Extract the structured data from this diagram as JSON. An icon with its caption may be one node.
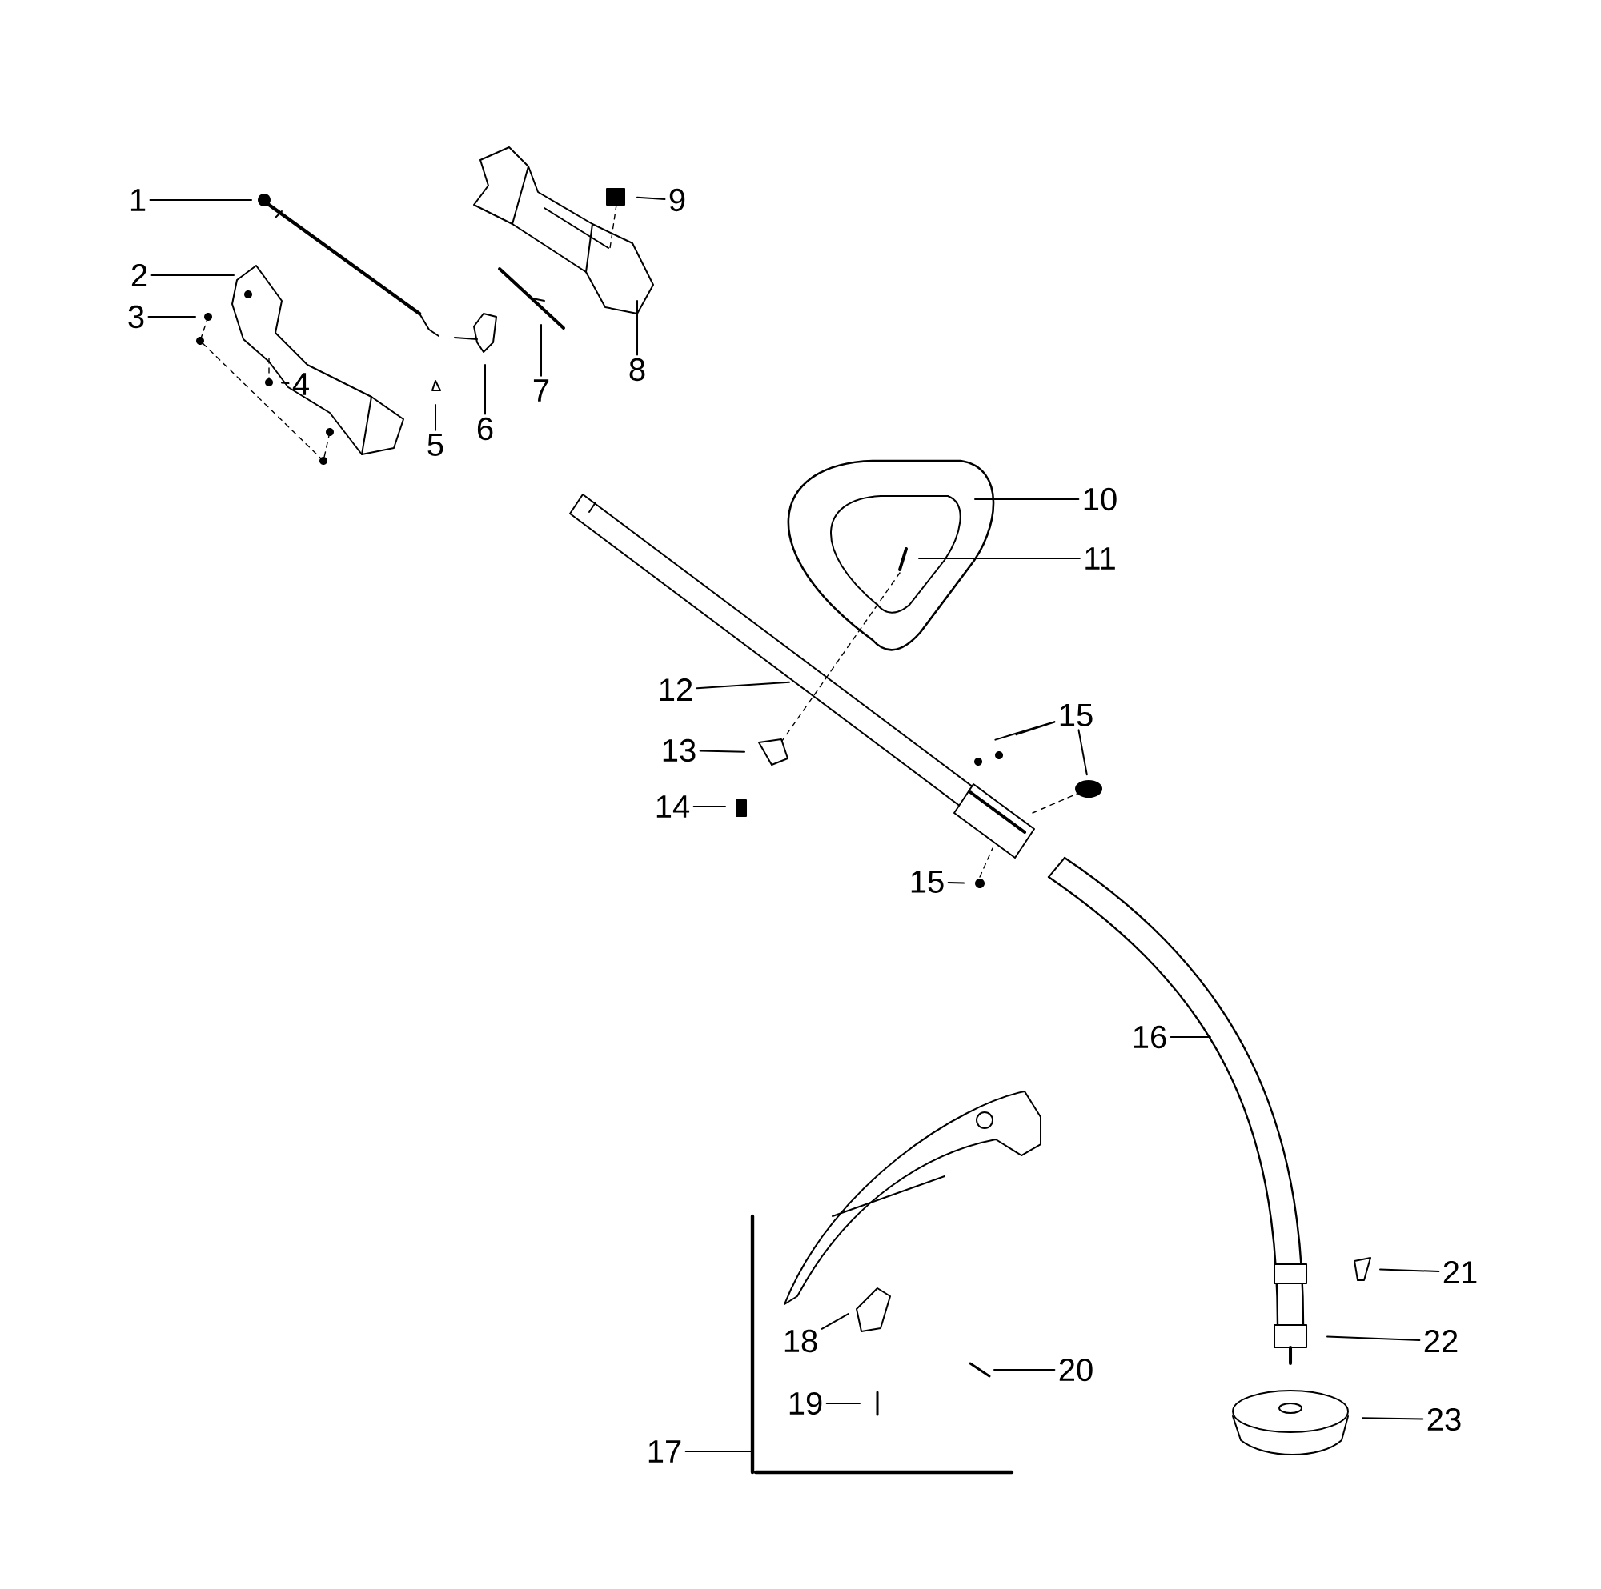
{
  "diagram": {
    "nodes": [
      {
        "text": [
          "1"
        ]
      },
      {
        "text": [
          "2"
        ]
      },
      {
        "text": [
          "3"
        ]
      },
      {
        "text": [
          "4"
        ]
      },
      {
        "text": [
          "5"
        ]
      },
      {
        "text": [
          "6"
        ]
      },
      {
        "text": [
          "7"
        ]
      },
      {
        "text": [
          "8"
        ]
      },
      {
        "text": [
          "9"
        ]
      },
      {
        "text": [
          "10"
        ]
      },
      {
        "text": [
          "11"
        ]
      },
      {
        "text": [
          "12"
        ]
      },
      {
        "text": [
          "13"
        ]
      },
      {
        "text": [
          "14"
        ]
      },
      {
        "text": [
          "15"
        ]
      },
      {
        "text": [
          "15"
        ]
      },
      {
        "text": [
          "16"
        ]
      },
      {
        "text": [
          "17"
        ]
      },
      {
        "text": [
          "18"
        ]
      },
      {
        "text": [
          "19"
        ]
      },
      {
        "text": [
          "20"
        ]
      },
      {
        "text": [
          "21"
        ]
      },
      {
        "text": [
          "22"
        ]
      },
      {
        "text": [
          "23"
        ]
      },
      {
        "text": [],
        "shape": "bracket"
      }
    ],
    "edges": [
      {
        "from": 0,
        "to": null,
        "arrow": "none"
      },
      {
        "from": 1,
        "to": null,
        "arrow": "none"
      },
      {
        "from": 2,
        "to": null,
        "arrow": "none"
      },
      {
        "from": 3,
        "to": null,
        "arrow": "none"
      },
      {
        "from": 4,
        "to": null,
        "arrow": "none"
      },
      {
        "from": 5,
        "to": null,
        "arrow": "none"
      },
      {
        "from": 6,
        "to": null,
        "arrow": "none"
      },
      {
        "from": 7,
        "to": null,
        "arrow": "none"
      },
      {
        "from": 8,
        "to": null,
        "arrow": "none"
      },
      {
        "from": 9,
        "to": null,
        "arrow": "none"
      },
      {
        "from": 10,
        "to": null,
        "arrow": "none"
      },
      {
        "from": 11,
        "to": null,
        "arrow": "none"
      },
      {
        "from": 12,
        "to": null,
        "arrow": "none"
      },
      {
        "from": 13,
        "to": null,
        "arrow": "none"
      },
      {
        "from": 14,
        "to": null,
        "arrow": "none"
      },
      {
        "from": 14,
        "to": null,
        "arrow": "none"
      },
      {
        "from": 14,
        "to": null,
        "arrow": "none"
      },
      {
        "from": 15,
        "to": null,
        "arrow": "none"
      },
      {
        "from": 16,
        "to": null,
        "arrow": "none"
      },
      {
        "from": 17,
        "to": 24,
        "arrow": "none"
      },
      {
        "from": 18,
        "to": null,
        "arrow": "none"
      },
      {
        "from": 19,
        "to": null,
        "arrow": "none"
      },
      {
        "from": 20,
        "to": null,
        "arrow": "none"
      },
      {
        "from": 21,
        "to": null,
        "arrow": "none"
      },
      {
        "from": 22,
        "to": null,
        "arrow": "none"
      },
      {
        "from": 23,
        "to": null,
        "arrow": "none"
      }
    ]
  }
}
